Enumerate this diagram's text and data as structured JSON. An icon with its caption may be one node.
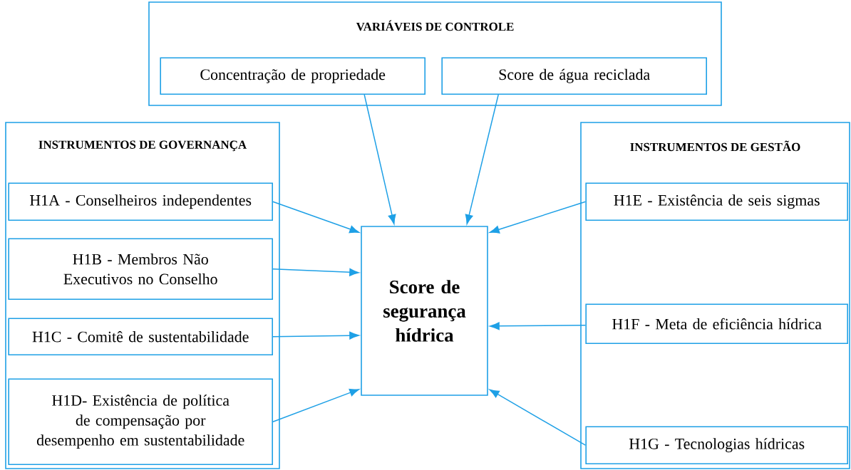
{
  "diagram": {
    "nodes": [
      {
        "text": [
          "VARIÁVEIS DE CONTROLE"
        ]
      },
      {
        "text": [
          "Concentração de propriedade"
        ],
        "in": 0
      },
      {
        "text": [
          "Score de água reciclada"
        ],
        "in": 0
      },
      {
        "text": [
          "INSTRUMENTOS DE GOVERNANÇA"
        ]
      },
      {
        "text": [
          "H1A - Conselheiros independentes"
        ],
        "in": 3
      },
      {
        "text": [
          "H1B - Membros Não Executivos no Conselho"
        ],
        "in": 3
      },
      {
        "text": [
          "H1C - Comitê de sustentabilidade"
        ],
        "in": 3
      },
      {
        "text": [
          "H1D- Existência de política de compensação por desempenho em sustentabilidade"
        ],
        "in": 3
      },
      {
        "text": [
          "INSTRUMENTOS DE GESTÃO"
        ]
      },
      {
        "text": [
          "H1E - Existência de seis sigmas"
        ],
        "in": 8
      },
      {
        "text": [
          "H1F - Meta de eficiência hídrica"
        ],
        "in": 8
      },
      {
        "text": [
          "H1G - Tecnologias hídricas"
        ],
        "in": 8
      },
      {
        "text": [
          "Score de segurança hídrica"
        ]
      }
    ],
    "edges": [
      {
        "from": 1,
        "to": 12,
        "arrow": "to"
      },
      {
        "from": 2,
        "to": 12,
        "arrow": "to"
      },
      {
        "from": 4,
        "to": 12,
        "arrow": "to"
      },
      {
        "from": 5,
        "to": 12,
        "arrow": "to"
      },
      {
        "from": 6,
        "to": 12,
        "arrow": "to"
      },
      {
        "from": 7,
        "to": 12,
        "arrow": "to"
      },
      {
        "from": 9,
        "to": 12,
        "arrow": "to"
      },
      {
        "from": 10,
        "to": 12,
        "arrow": "to"
      },
      {
        "from": 11,
        "to": 12,
        "arrow": "to"
      }
    ]
  }
}
